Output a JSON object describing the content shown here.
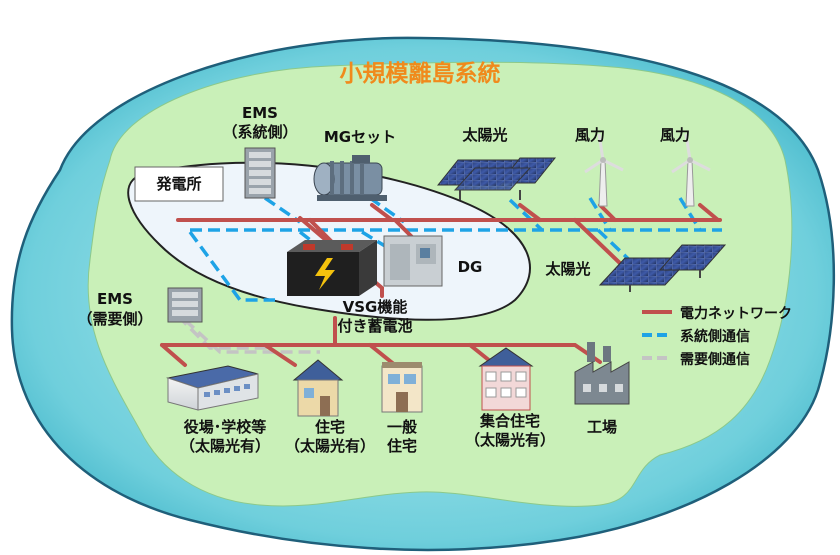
{
  "title": "小規模離島系統",
  "labels": {
    "power_station": "発電所",
    "ems_system": "EMS",
    "ems_system_sub": "（系統側）",
    "mg_set": "MGセット",
    "solar_top": "太陽光",
    "wind1": "風力",
    "wind2": "風力",
    "solar_right": "太陽光",
    "dg": "DG",
    "vsg_line1": "VSG機能",
    "vsg_line2": "付き蓄電池",
    "ems_demand": "EMS",
    "ems_demand_sub": "（需要側）",
    "office_line1": "役場･学校等",
    "office_line2": "（太陽光有）",
    "house_line1": "住宅",
    "house_line2": "（太陽光有）",
    "general_line1": "一般",
    "general_line2": "住宅",
    "apartment_line1": "集合住宅",
    "apartment_line2": "（太陽光有）",
    "factory": "工場"
  },
  "legend": {
    "power": "電力ネットワーク",
    "system_comm": "系統側通信",
    "demand_comm": "需要側通信"
  },
  "colors": {
    "sea": "#7fd6e0",
    "island": "#c9f0b8",
    "power_line": "#c0504d",
    "system_comm": "#1ea3e6",
    "demand_comm": "#bdbdbd",
    "title": "#f08a1c"
  }
}
